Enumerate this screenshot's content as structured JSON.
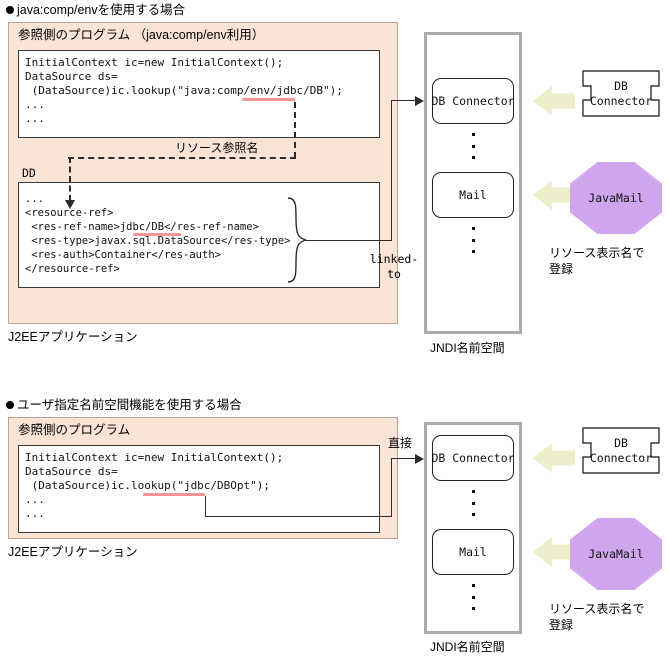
{
  "diagram": {
    "title_a": "java:comp/envを使用する場合",
    "title_b": "ユーザ指定名前空間機能を使用する場合",
    "colors": {
      "panel_bg": "#f9e4d5",
      "panel_border": "#b9a496",
      "underline": "#f79494",
      "jndi_border": "#aaaaaa",
      "octagon": "#cfa6ee",
      "block_arrow": "#eeeecb"
    }
  },
  "section_a": {
    "heading": "java:comp/envを使用する場合",
    "panel_title": "参照側のプログラム （java:comp/env利用）",
    "code": "InitialContext ic=new InitialContext();\nDataSource ds=\n (DataSource)ic.lookup(\"java:comp/env/jdbc/DB\");\n...\n...",
    "dd_label": "DD",
    "dd_code": "...\n<resource-ref>\n <res-ref-name>jdbc/DB</res-ref-name>\n <res-type>javax.sql.DataSource</res-type>\n <res-auth>Container</res-auth>\n</resource-ref>",
    "resource_ref_label": "リソース参照名",
    "linked_to_label": "linked-\nto",
    "app_caption": "J2EEアプリケーション"
  },
  "section_b": {
    "heading": "ユーザ指定名前空間機能を使用する場合",
    "panel_title": "参照側のプログラム",
    "code": "InitialContext ic=new InitialContext();\nDataSource ds=\n (DataSource)ic.lookup(\"jdbc/DBOpt\");\n...\n...",
    "direct_label": "直接",
    "app_caption": "J2EEアプリケーション"
  },
  "jndi_top": {
    "entries": [
      "DB Connector",
      "Mail"
    ],
    "caption": "JNDI名前空間",
    "sources": [
      "DB\nConnector",
      "JavaMail"
    ],
    "register_note": "リソース表示名で\n登録"
  },
  "jndi_bottom": {
    "entries": [
      "DB Connector",
      "Mail"
    ],
    "caption": "JNDI名前空間",
    "sources": [
      "DB\nConnector",
      "JavaMail"
    ],
    "register_note": "リソース表示名で\n登録"
  }
}
